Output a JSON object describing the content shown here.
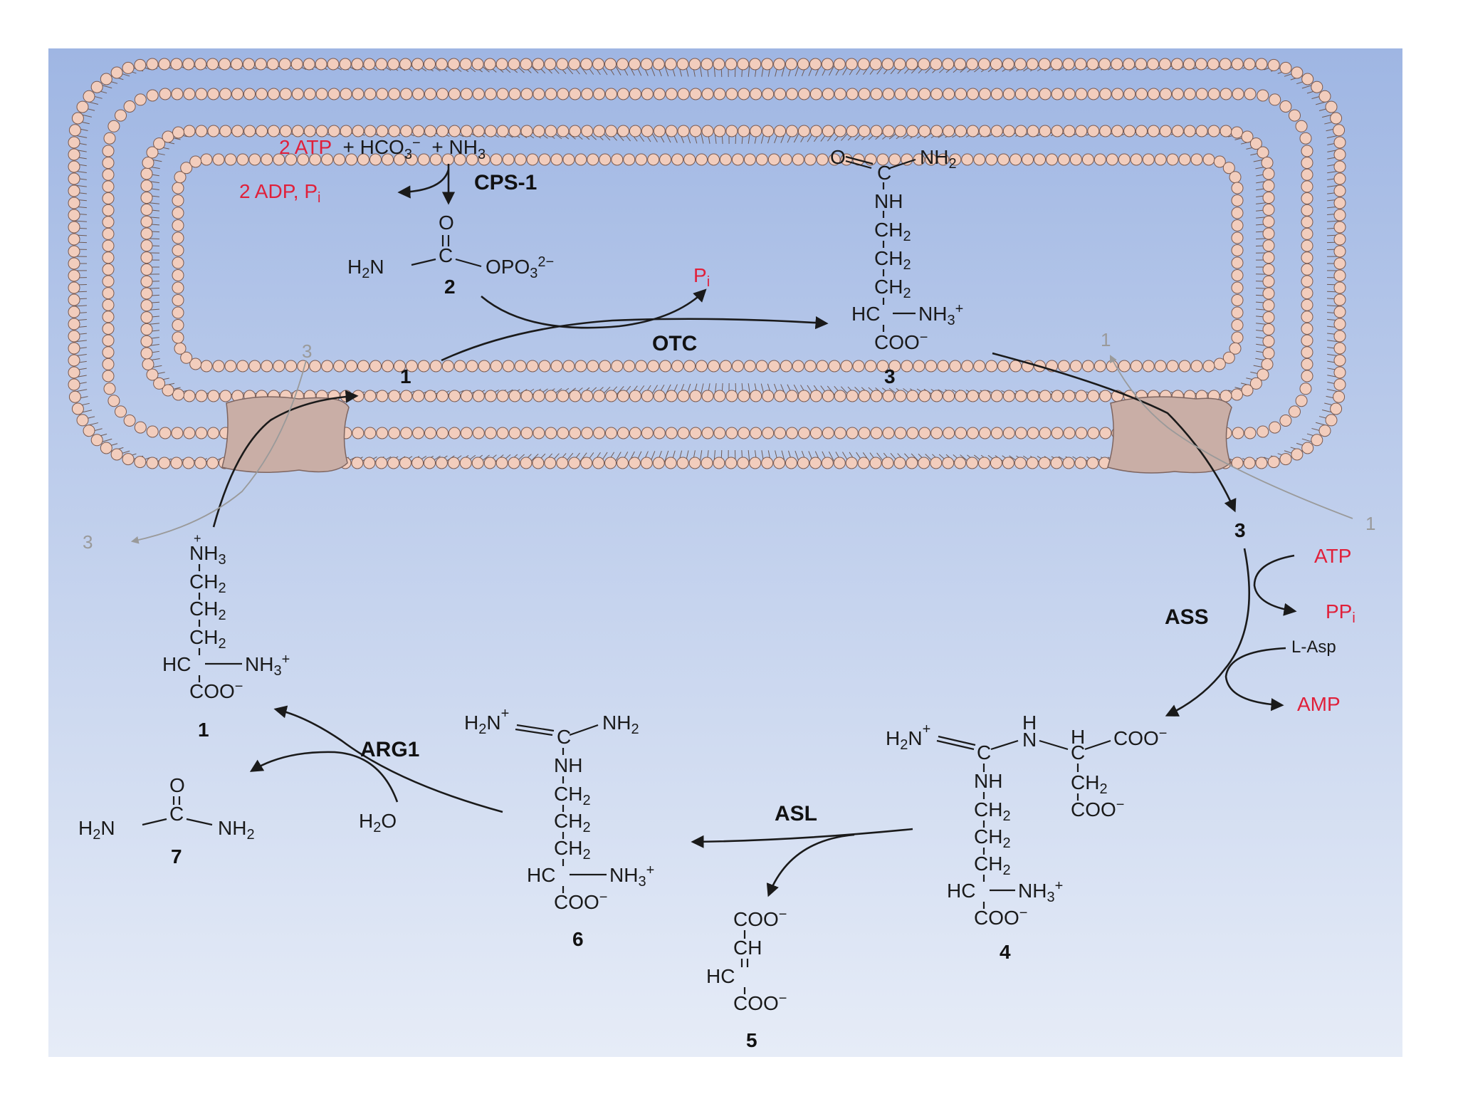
{
  "colors": {
    "background_top": "#9fb6e3",
    "background_bottom": "#e6ecf7",
    "membrane_head": "#f2cdbd",
    "membrane_head_stroke": "#7a5a50",
    "channel": "#c9aea6",
    "reactant_red": "#e0203a"
  },
  "enzymes": {
    "cps1": "CPS-1",
    "otc": "OTC",
    "ass": "ASS",
    "asl": "ASL",
    "arg1": "ARG1"
  },
  "reaction1": {
    "atp": "2 ATP",
    "plus1": "+ HCO",
    "hco3_sub": "3",
    "hco3_sup": "−",
    "plus2": "+ NH",
    "nh3_sub": "3",
    "products": "2 ADP, P",
    "pi_sub": "i"
  },
  "compound_numbers": {
    "n1": "1",
    "n2": "2",
    "n3": "3",
    "n4": "4",
    "n5": "5",
    "n6": "6",
    "n7": "7"
  },
  "transport_labels": {
    "left_in": "3",
    "left_out": "3",
    "right_in": "1",
    "right_out": "1"
  },
  "otc_byproduct": {
    "p": "P",
    "sub": "i"
  },
  "ass_side": {
    "atp": "ATP",
    "ppi": "PP",
    "ppi_sub": "i",
    "asp": "L-Asp",
    "amp": "AMP"
  },
  "arg1_side": {
    "water": "H2O"
  },
  "icons": [
    "membrane-lipid-bilayer",
    "transporter-channel",
    "reaction-arrow"
  ]
}
